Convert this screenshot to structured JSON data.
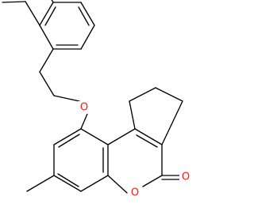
{
  "molecule": {
    "atoms": {
      "ring_oxygen": "O",
      "carbonyl_oxygen": "O",
      "ether_oxygen": "O"
    },
    "colors": {
      "bond": "#000000",
      "heteroatom": "#e8231a",
      "background": "#ffffff"
    }
  }
}
